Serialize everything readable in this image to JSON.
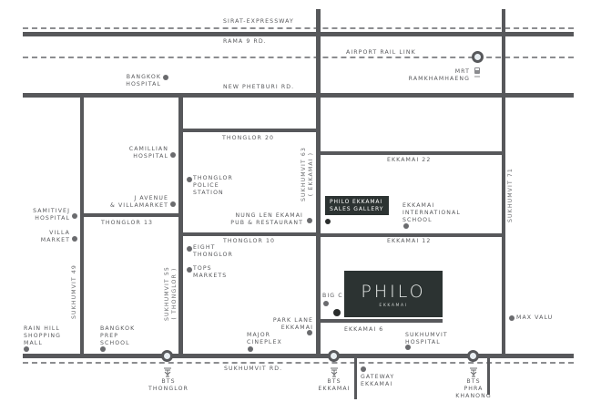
{
  "roads": {
    "expressway": "SIRAT-EXPRESSWAY",
    "rama9": "RAMA 9 RD.",
    "airport_link": "AIRPORT RAIL LINK",
    "new_phetburi": "NEW PHETBURI RD.",
    "thonglor20": "THONGLOR 20",
    "thonglor13": "THONGLOR 13",
    "thonglor10": "THONGLOR 10",
    "ekkamai22": "EKKAMAI 22",
    "ekkamai12": "EKKAMAI 12",
    "ekkamai6": "EKKAMAI 6",
    "sukhumvit_rd": "SUKHUMVIT RD.",
    "sukhumvit49": "SUKHUMVIT 49",
    "sukhumvit55": "SUKHUMVIT 55\n( THONGLOR )",
    "sukhumvit63": "SUKHUMVIT 63\n( EKKAMAI )",
    "sukhumvit71": "SUKHUMVIT 71"
  },
  "stations": {
    "mrt_ramkhamhaeng": "MRT\nRAMKHAMHAENG",
    "bts_thonglor": "BTS\nTHONGLOR",
    "bts_ekkamai": "BTS\nEKKAMAI",
    "bts_phra_khanong": "BTS\nPHRA\nKHANONG"
  },
  "landmarks": {
    "bangkok_hospital": "BANGKOK\nHOSPITAL",
    "camillian_hospital": "CAMILLIAN\nHOSPITAL",
    "j_avenue": "J AVENUE\n& VILLAMARKET",
    "samitivej_hospital": "SAMITIVEJ\nHOSPITAL",
    "villa_market": "VILLA\nMARKET",
    "rain_hill": "RAIN HILL\nSHOPPING\nMALL",
    "bangkok_prep": "BANGKOK\nPREP\nSCHOOL",
    "thonglor_police": "THONGLOR\nPOLICE\nSTATION",
    "nung_len": "NUNG LEN EKAMAI\nPUB & RESTAURANT",
    "eight_thonglor": "EIGHT\nTHONGLOR",
    "tops_markets": "TOPS\nMARKETS",
    "park_lane": "PARK LANE\nEKKAMAI",
    "major_cineplex": "MAJOR\nCINEPLEX",
    "big_c": "BIG C",
    "ekkamai_intl_school": "EKKAMAI\nINTERNATIONAL\nSCHOOL",
    "sukhumvit_hospital": "SUKHUMVIT\nHOSPITAL",
    "gateway_ekkamai": "GATEWAY\nEKKAMAI",
    "max_valu": "MAX VALU"
  },
  "sales_gallery": "PHILO EKKAMAI\nSALES GALLERY",
  "project": {
    "name": "PHILO",
    "sub": "EKKAMAI"
  },
  "colors": {
    "road": "#57585b",
    "project_box": "#2c3332"
  }
}
